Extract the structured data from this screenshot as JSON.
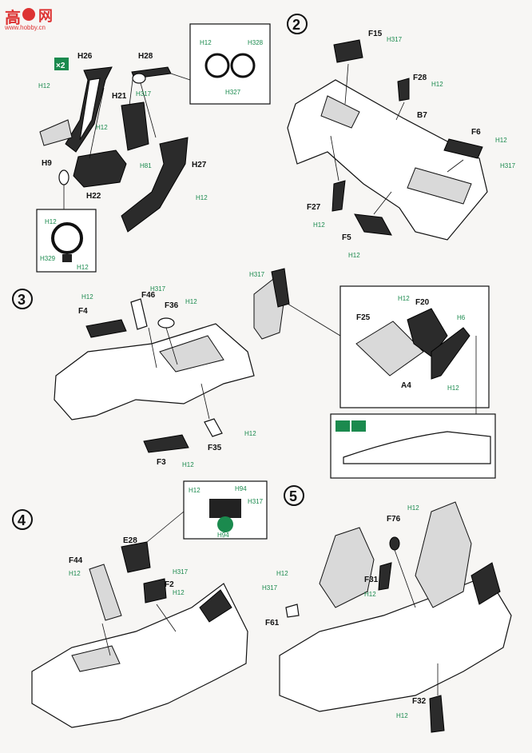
{
  "watermark": {
    "chars": "高",
    "site": "网",
    "url": "www.hobby.cn"
  },
  "steps": [
    {
      "number": "2",
      "labels": [
        "F15",
        "F28",
        "B7",
        "F6",
        "F27",
        "F5"
      ],
      "colors": [
        "H317",
        "H12",
        "H12",
        "H317",
        "H12",
        "H12"
      ]
    },
    {
      "number": "3",
      "labels": [
        "F46",
        "F36",
        "F4",
        "F25",
        "F20",
        "A4",
        "F35",
        "F3"
      ],
      "colors": [
        "H317",
        "H12",
        "H12",
        "H317",
        "H12",
        "H6",
        "H12",
        "H12",
        "H12"
      ]
    },
    {
      "number": "4",
      "labels": [
        "E28",
        "F44",
        "F2"
      ],
      "colors": [
        "H12",
        "H94",
        "H317",
        "H94",
        "H12",
        "H317",
        "H12"
      ]
    },
    {
      "number": "5",
      "labels": [
        "F76",
        "F31",
        "F61",
        "F32"
      ],
      "colors": [
        "H12",
        "H12",
        "H317",
        "H12",
        "H12"
      ]
    }
  ],
  "step1": {
    "multiplier": "×2",
    "labels": [
      "H26",
      "H28",
      "H21",
      "H27",
      "H9",
      "H22"
    ],
    "colors": [
      "H12",
      "H328",
      "H327",
      "H12",
      "H317",
      "H12",
      "H81",
      "H12",
      "H12",
      "H329",
      "H12"
    ]
  }
}
